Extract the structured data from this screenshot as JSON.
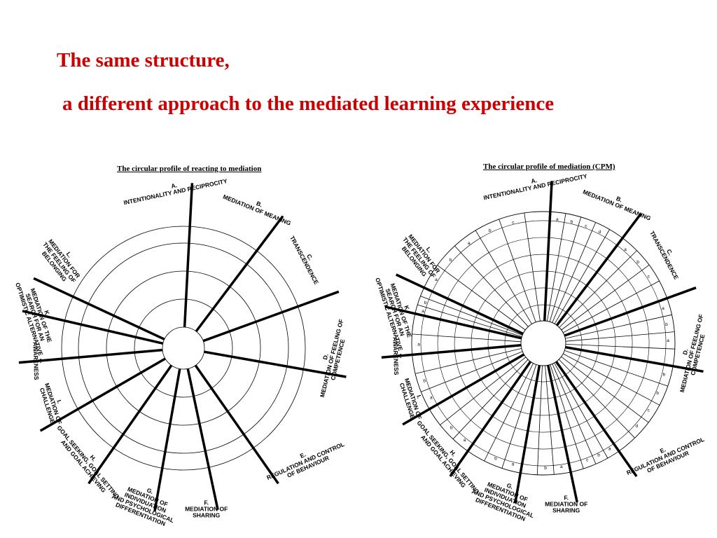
{
  "title": {
    "line1": "The same structure,",
    "line2": "a different approach to the mediated learning experience"
  },
  "colors": {
    "headline": "#cc0000",
    "lines": "#000000"
  },
  "left_diagram": {
    "caption": "The circular profile of reacting to mediation",
    "labels": [
      [
        "A.",
        "INTENTIONALITY  AND RECIPROCITY"
      ],
      [
        "B.",
        "MEDIATION OF MEANING"
      ],
      [
        "C.",
        "TRANSCENDENCE"
      ],
      [
        "D.",
        "MEDIATION OF FEELING OF",
        "COMPETENCE"
      ],
      [
        "E.",
        "REGULATION AND CONTROL",
        "OF BEHAVIOUR"
      ],
      [
        "F.",
        "MEDIATION OF",
        "SHARING"
      ],
      [
        "G.",
        "MEDIATION OF",
        "INDIVIDUATION",
        "AND PSYCHOLOGICAL",
        "DIFFERENTIATION"
      ],
      [
        "H.",
        "GOAL SEEKING, GOAL SETTING",
        "AND GOAL ACHIEVING"
      ],
      [
        "I.",
        "MEDIATION OF",
        "CHALLENGE"
      ],
      [
        "J.",
        "AWARENESS"
      ],
      [
        "K.",
        "MEDIATION OF THE",
        "SEARCH FOR AN",
        "OPTIMISTIC ALTERNATIVE"
      ],
      [
        "L.",
        "MEDIATION FOR",
        "THE FEELING OF",
        "BELONGING"
      ]
    ]
  },
  "right_diagram": {
    "caption": "The circular profile of mediation (CPM)",
    "labels": [
      [
        "A.",
        "INTENTIONALITY  AND RECIPROCITY"
      ],
      [
        "B.",
        "MEDIATION OF MEANING"
      ],
      [
        "C.",
        "TRANSCENDENCE"
      ],
      [
        "D.",
        "MEDIATION OF FEELING OF",
        "COMPETENCE"
      ],
      [
        "E.",
        "REGULATION AND CONTROL",
        "OF BEHAVIOUR"
      ],
      [
        "F.",
        "MEDIATION OF",
        "SHARING"
      ],
      [
        "G.",
        "MEDIATION OF",
        "INDIVIDUATION",
        "AND PSYCHOLOGICAL",
        "DIFFERENTIATION"
      ],
      [
        "H.",
        "GOAL SEEKING, GOAL SETTING",
        "AND GOAL ACHIEVING"
      ],
      [
        "I.",
        "MEDIATION OF",
        "CHALLENGE"
      ],
      [
        "J.",
        "AWARENESS"
      ],
      [
        "K.",
        "MEDIATION OF THE",
        "SEARCH FOR AN",
        "OPTIMISTIC ALTERNATIVE"
      ],
      [
        "L.",
        "MEDIATION FOR",
        "THE FEELING OF",
        "BELONGING"
      ]
    ],
    "sub_letters": [
      [
        "a",
        "b",
        "c",
        "d"
      ],
      [
        "a",
        "b",
        "c"
      ],
      [
        "a",
        "b",
        "a"
      ],
      [
        "b",
        "b",
        "c",
        "d"
      ],
      [
        "a",
        "b",
        "c"
      ],
      [
        "a",
        "b"
      ],
      [
        "a",
        "b"
      ],
      [
        "a",
        "b"
      ],
      [
        "a",
        "b"
      ],
      [
        "a"
      ],
      [
        "a",
        "b"
      ],
      [
        "a",
        "b",
        "a",
        "b",
        "c"
      ]
    ]
  }
}
